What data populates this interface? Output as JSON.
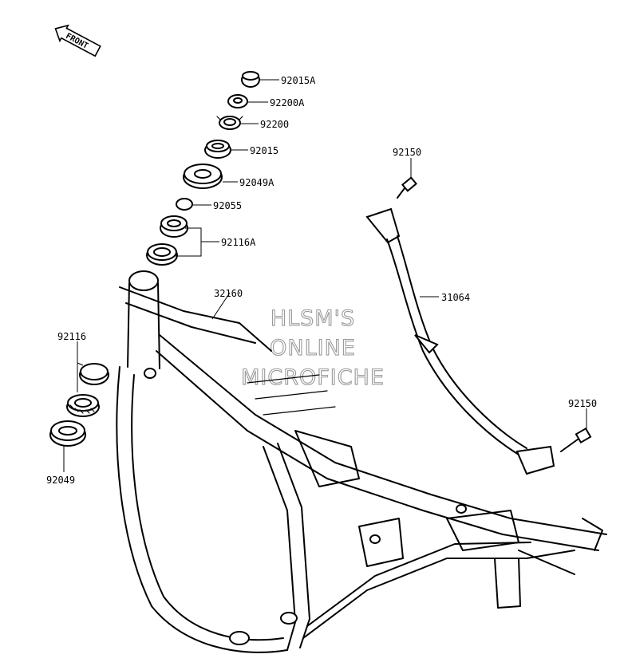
{
  "front_badge": {
    "label": "FRONT",
    "icon": "front-arrow-icon"
  },
  "watermark": {
    "lines": [
      "HLSM'S",
      "ONLINE",
      "MICROFICHE"
    ]
  },
  "parts": [
    {
      "id": "p92015A",
      "number": "92015A"
    },
    {
      "id": "p92200A",
      "number": "92200A"
    },
    {
      "id": "p92200",
      "number": "92200"
    },
    {
      "id": "p92015",
      "number": "92015"
    },
    {
      "id": "p92049A",
      "number": "92049A"
    },
    {
      "id": "p92055",
      "number": "92055"
    },
    {
      "id": "p92116A",
      "number": "92116A"
    },
    {
      "id": "p32160",
      "number": "32160"
    },
    {
      "id": "p92116",
      "number": "92116"
    },
    {
      "id": "p92049",
      "number": "92049"
    },
    {
      "id": "p92150a",
      "number": "92150"
    },
    {
      "id": "p31064",
      "number": "31064"
    },
    {
      "id": "p92150b",
      "number": "92150"
    }
  ]
}
